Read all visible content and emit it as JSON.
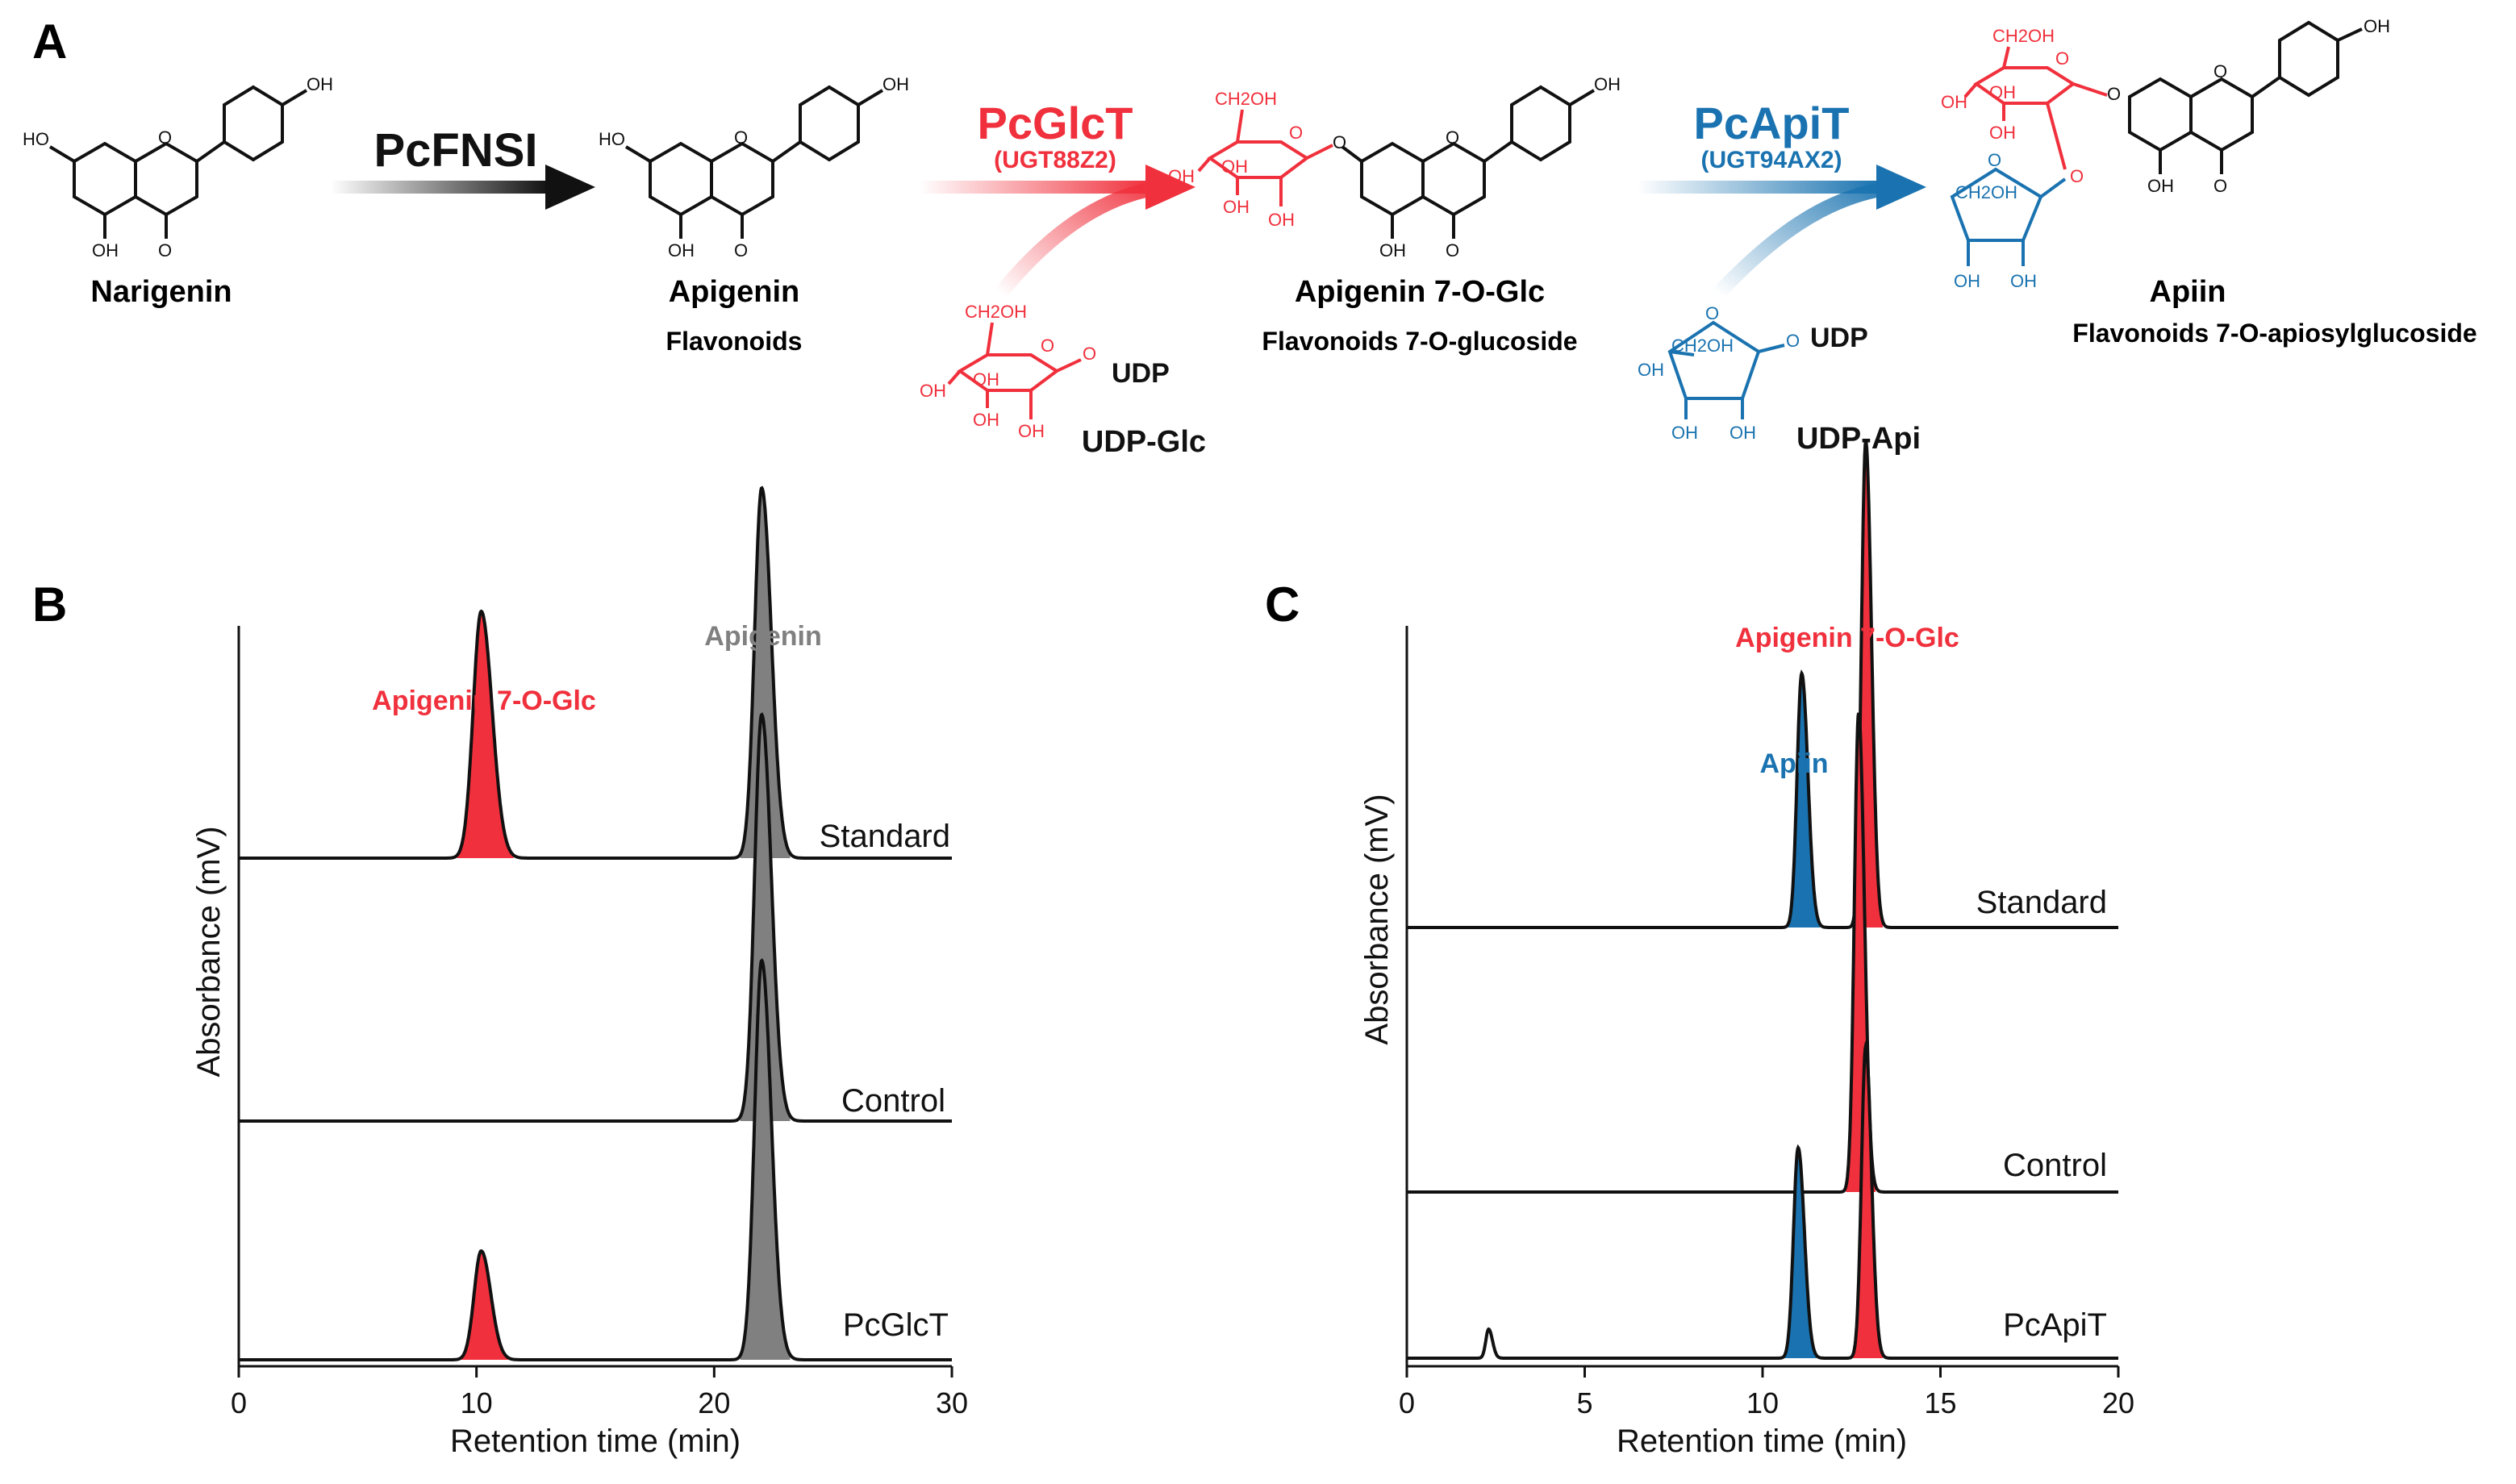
{
  "figure": {
    "panel_a": {
      "label": "A",
      "enzymes": [
        {
          "name": "PcFNSI",
          "gene": "",
          "color": "#111111"
        },
        {
          "name": "PcGlcT",
          "gene": "(UGT88Z2)",
          "color": "#f0303c"
        },
        {
          "name": "PcApiT",
          "gene": "(UGT94AX2)",
          "color": "#1a73b0"
        }
      ],
      "compounds": [
        {
          "name": "Narigenin",
          "class": ""
        },
        {
          "name": "Apigenin",
          "class": "Flavonoids"
        },
        {
          "name": "Apigenin 7-O-Glc",
          "class": "Flavonoids 7-O-glucoside"
        },
        {
          "name": "Apiin",
          "class": "Flavonoids 7-O-apiosylglucoside"
        }
      ],
      "donors": [
        {
          "name": "UDP-Glc",
          "group": "UDP",
          "color": "#f0303c"
        },
        {
          "name": "UDP-Api",
          "group": "UDP",
          "color": "#1a73b0"
        }
      ],
      "atom_labels": {
        "oh": "OH",
        "ho": "HO",
        "o": "O",
        "ch2oh": "CH2OH"
      }
    }
  },
  "chart_data": [
    {
      "panel": "B",
      "type": "line",
      "xlabel": "Retention time (min)",
      "ylabel": "Absorbance (mV)",
      "xlim": [
        0,
        30
      ],
      "xticks": [
        0,
        10,
        20,
        30
      ],
      "grid": false,
      "trace_names": [
        "Standard",
        "Control",
        "PcGlcT"
      ],
      "peak_labels": [
        {
          "text": "Apigenin 7-O-Glc",
          "color": "#f0303c"
        },
        {
          "text": "Apigenin",
          "color": "#808080"
        }
      ],
      "series": [
        {
          "name": "Standard",
          "peaks": [
            {
              "x": 10.2,
              "height": 0.34,
              "width": 0.34,
              "fill": "#f0303c"
            },
            {
              "x": 22.0,
              "height": 0.51,
              "width": 0.3,
              "fill": "#808080"
            }
          ]
        },
        {
          "name": "Control",
          "peaks": [
            {
              "x": 22.0,
              "height": 0.56,
              "width": 0.3,
              "fill": "#808080"
            }
          ]
        },
        {
          "name": "PcGlcT",
          "peaks": [
            {
              "x": 10.2,
              "height": 0.15,
              "width": 0.3,
              "fill": "#f0303c"
            },
            {
              "x": 22.0,
              "height": 0.55,
              "width": 0.3,
              "fill": "#808080"
            }
          ]
        }
      ]
    },
    {
      "panel": "C",
      "type": "line",
      "xlabel": "Retention time (min)",
      "ylabel": "Absorbance (mV)",
      "xlim": [
        0,
        20
      ],
      "xticks": [
        0,
        5,
        10,
        15,
        20
      ],
      "grid": false,
      "trace_names": [
        "Standard",
        "Control",
        "PcApiT"
      ],
      "peak_labels": [
        {
          "text": "Apiin",
          "color": "#1a73b0"
        },
        {
          "text": "Apigenin 7-O-Glc",
          "color": "#f0303c"
        }
      ],
      "series": [
        {
          "name": "Standard",
          "peaks": [
            {
              "x": 11.1,
              "height": 0.35,
              "width": 0.13,
              "fill": "#1a73b0"
            },
            {
              "x": 12.9,
              "height": 0.67,
              "width": 0.12,
              "fill": "#f0303c"
            }
          ]
        },
        {
          "name": "Control",
          "peaks": [
            {
              "x": 12.7,
              "height": 0.66,
              "width": 0.12,
              "fill": "#f0303c"
            }
          ]
        },
        {
          "name": "PcApiT",
          "peaks": [
            {
              "x": 2.3,
              "height": 0.04,
              "width": 0.08,
              "fill": "none"
            },
            {
              "x": 11.0,
              "height": 0.29,
              "width": 0.13,
              "fill": "#1a73b0"
            },
            {
              "x": 12.9,
              "height": 0.43,
              "width": 0.12,
              "fill": "#f0303c"
            }
          ]
        }
      ]
    }
  ]
}
